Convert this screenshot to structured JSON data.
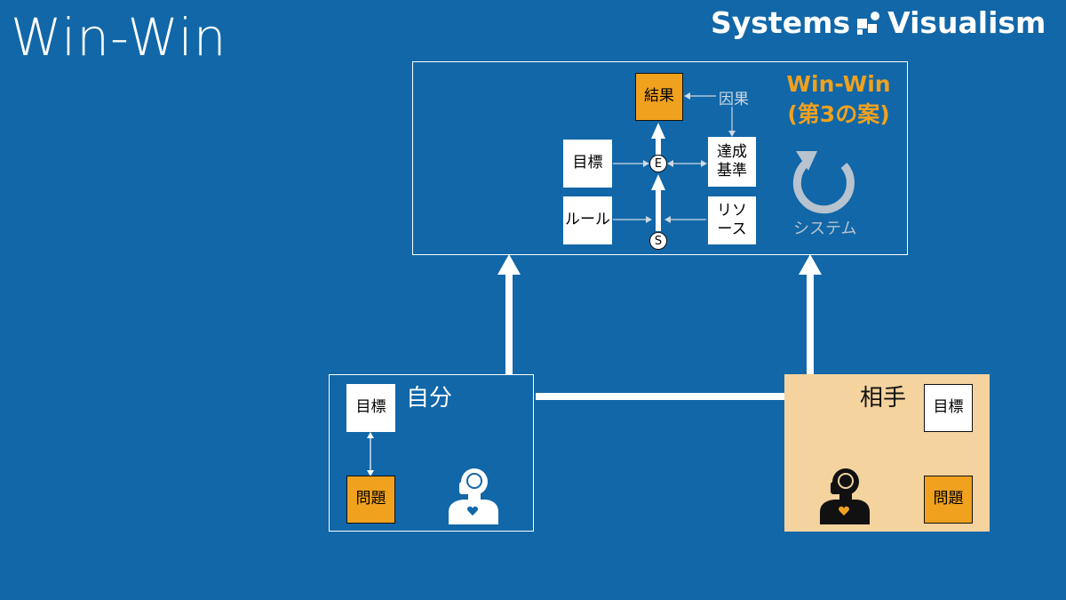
{
  "slide": {
    "title": "Win-Win"
  },
  "brand": {
    "left": "Systems",
    "right": "Visualism"
  },
  "system": {
    "heading_line1": "Win-Win",
    "heading_line2": "(第3の案)",
    "result": "結果",
    "causality": "因果",
    "goal": "目標",
    "end_node": "E",
    "start_node": "S",
    "criteria_line1": "達成",
    "criteria_line2": "基準",
    "rules": "ルール",
    "resources_line1": "リソ",
    "resources_line2": "ース",
    "system_label": "システム"
  },
  "self": {
    "label": "自分",
    "goal": "目標",
    "problem": "問題"
  },
  "other": {
    "label": "相手",
    "goal": "目標",
    "problem": "問題"
  },
  "colors": {
    "background": "#1167a8",
    "accent": "#f0a11e",
    "other_panel": "#f4d39e"
  }
}
